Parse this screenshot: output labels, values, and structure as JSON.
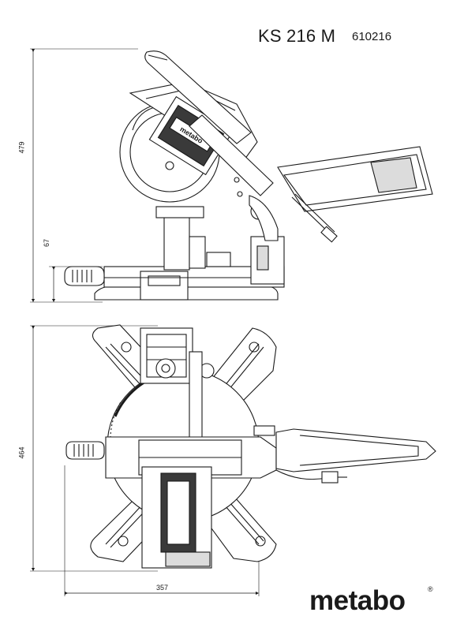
{
  "header": {
    "model": "KS 216 M",
    "code": "610216"
  },
  "dimensions": {
    "height_total": "479",
    "height_base": "67",
    "depth": "464",
    "width": "357"
  },
  "brand": {
    "name": "metabo",
    "mark": "®",
    "color": "#111111"
  },
  "drawing": {
    "line_color": "#1a1a1a",
    "fill_light": "#ffffff",
    "fill_gray": "#dcdcdc",
    "fill_dark": "#3a3a3a"
  }
}
